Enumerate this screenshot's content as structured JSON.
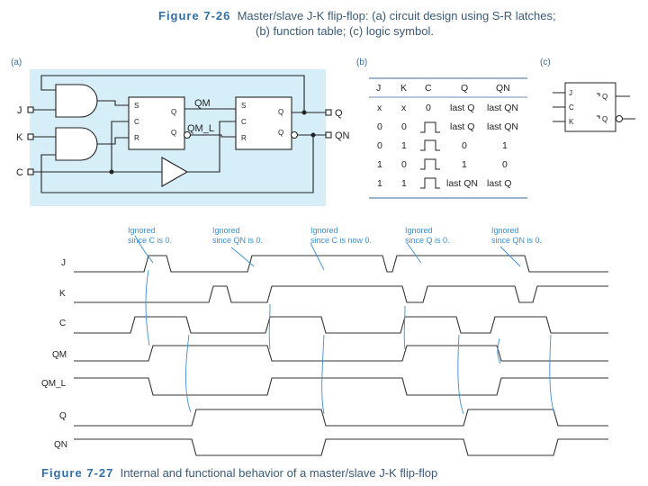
{
  "figure_26": {
    "number": "Figure 7-26",
    "line1": "Master/slave J-K flip-flop: (a) circuit design using S-R latches;",
    "line2": "(b) function table; (c) logic symbol."
  },
  "figure_27": {
    "number": "Figure 7-27",
    "text": "Internal and functional behavior of a master/slave J-K flip-flop"
  },
  "panel_tags": {
    "a": "(a)",
    "b": "(b)",
    "c": "(c)"
  },
  "circuit": {
    "inputs": {
      "j": "J",
      "k": "K",
      "c": "C"
    },
    "outputs": {
      "q": "Q",
      "qn": "QN"
    },
    "wires": {
      "qm": "QM",
      "qm_l": "QM_L"
    },
    "latch_pins": {
      "s": "S",
      "c": "C",
      "r": "R",
      "q": "Q"
    },
    "colors": {
      "panel_bg": "#d6eef8",
      "wire": "#222222"
    }
  },
  "function_table": {
    "headers": [
      "J",
      "K",
      "C",
      "Q",
      "QN"
    ],
    "rows": [
      [
        "x",
        "x",
        "0",
        "last Q",
        "last QN"
      ],
      [
        "0",
        "0",
        "pulse",
        "last Q",
        "last QN"
      ],
      [
        "0",
        "1",
        "pulse",
        "0",
        "1"
      ],
      [
        "1",
        "0",
        "pulse",
        "1",
        "0"
      ],
      [
        "1",
        "1",
        "pulse",
        "last QN",
        "last Q"
      ]
    ]
  },
  "symbol": {
    "pins": [
      "J",
      "C",
      "K"
    ],
    "outputs": [
      "Q",
      "Q"
    ]
  },
  "timing": {
    "signals": [
      "J",
      "K",
      "C",
      "QM",
      "QM_L",
      "Q",
      "QN"
    ],
    "annotations": [
      [
        "Ignored",
        "since C is 0."
      ],
      [
        "Ignored",
        "since QN is 0."
      ],
      [
        "Ignored",
        "since C is now 0."
      ],
      [
        "Ignored",
        "since Q is 0."
      ],
      [
        "Ignored",
        "since QN is 0."
      ]
    ],
    "colors": {
      "trace": "#333333",
      "arrow": "#3b8fd6"
    }
  }
}
